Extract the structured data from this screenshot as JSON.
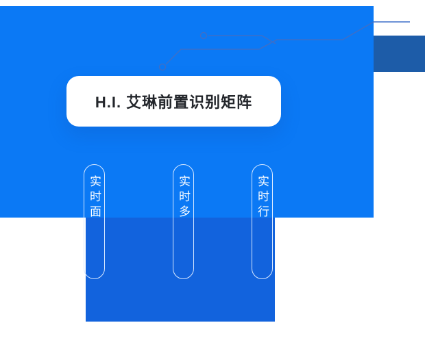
{
  "colors": {
    "main-blue": "#0b79f5",
    "dark-blue": "#1d5ca8",
    "panel-blue": "#1263dd",
    "circuit-blue": "#3d6fc8",
    "card-bg": "#ffffff",
    "card-text": "#23262b",
    "pill-border": "#d9e9ff",
    "pill-text": "#ffffff"
  },
  "hero": {
    "title": "H.I. 艾琳前置识别矩阵"
  },
  "pills": [
    {
      "label": "实时面"
    },
    {
      "label": "实时多"
    },
    {
      "label": "实时行"
    }
  ]
}
